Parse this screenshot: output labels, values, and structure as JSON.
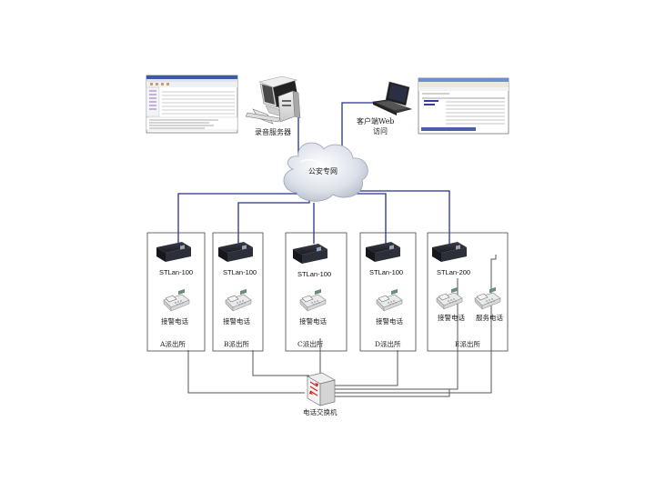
{
  "nodes": {
    "recording_server": "录音服务器",
    "client_web": "客户端Web访问",
    "network": "公安专网",
    "switch": "电话交换机"
  },
  "stations": [
    {
      "device": "STLan-100",
      "phones": [
        "接警电话"
      ],
      "name": "A派出所"
    },
    {
      "device": "STLan-100",
      "phones": [
        "接警电话"
      ],
      "name": "B派出所"
    },
    {
      "device": "STLan-100",
      "phones": [
        "接警电话"
      ],
      "name": "C派出所"
    },
    {
      "device": "STLan-100",
      "phones": [
        "接警电话"
      ],
      "name": "D派出所"
    },
    {
      "device": "STLan-200",
      "phones": [
        "接警电话",
        "服务电话"
      ],
      "name": "E派出所"
    }
  ],
  "colors": {
    "network_line": "#2b2f8f",
    "phone_line": "#555555",
    "box_border": "#444444"
  }
}
